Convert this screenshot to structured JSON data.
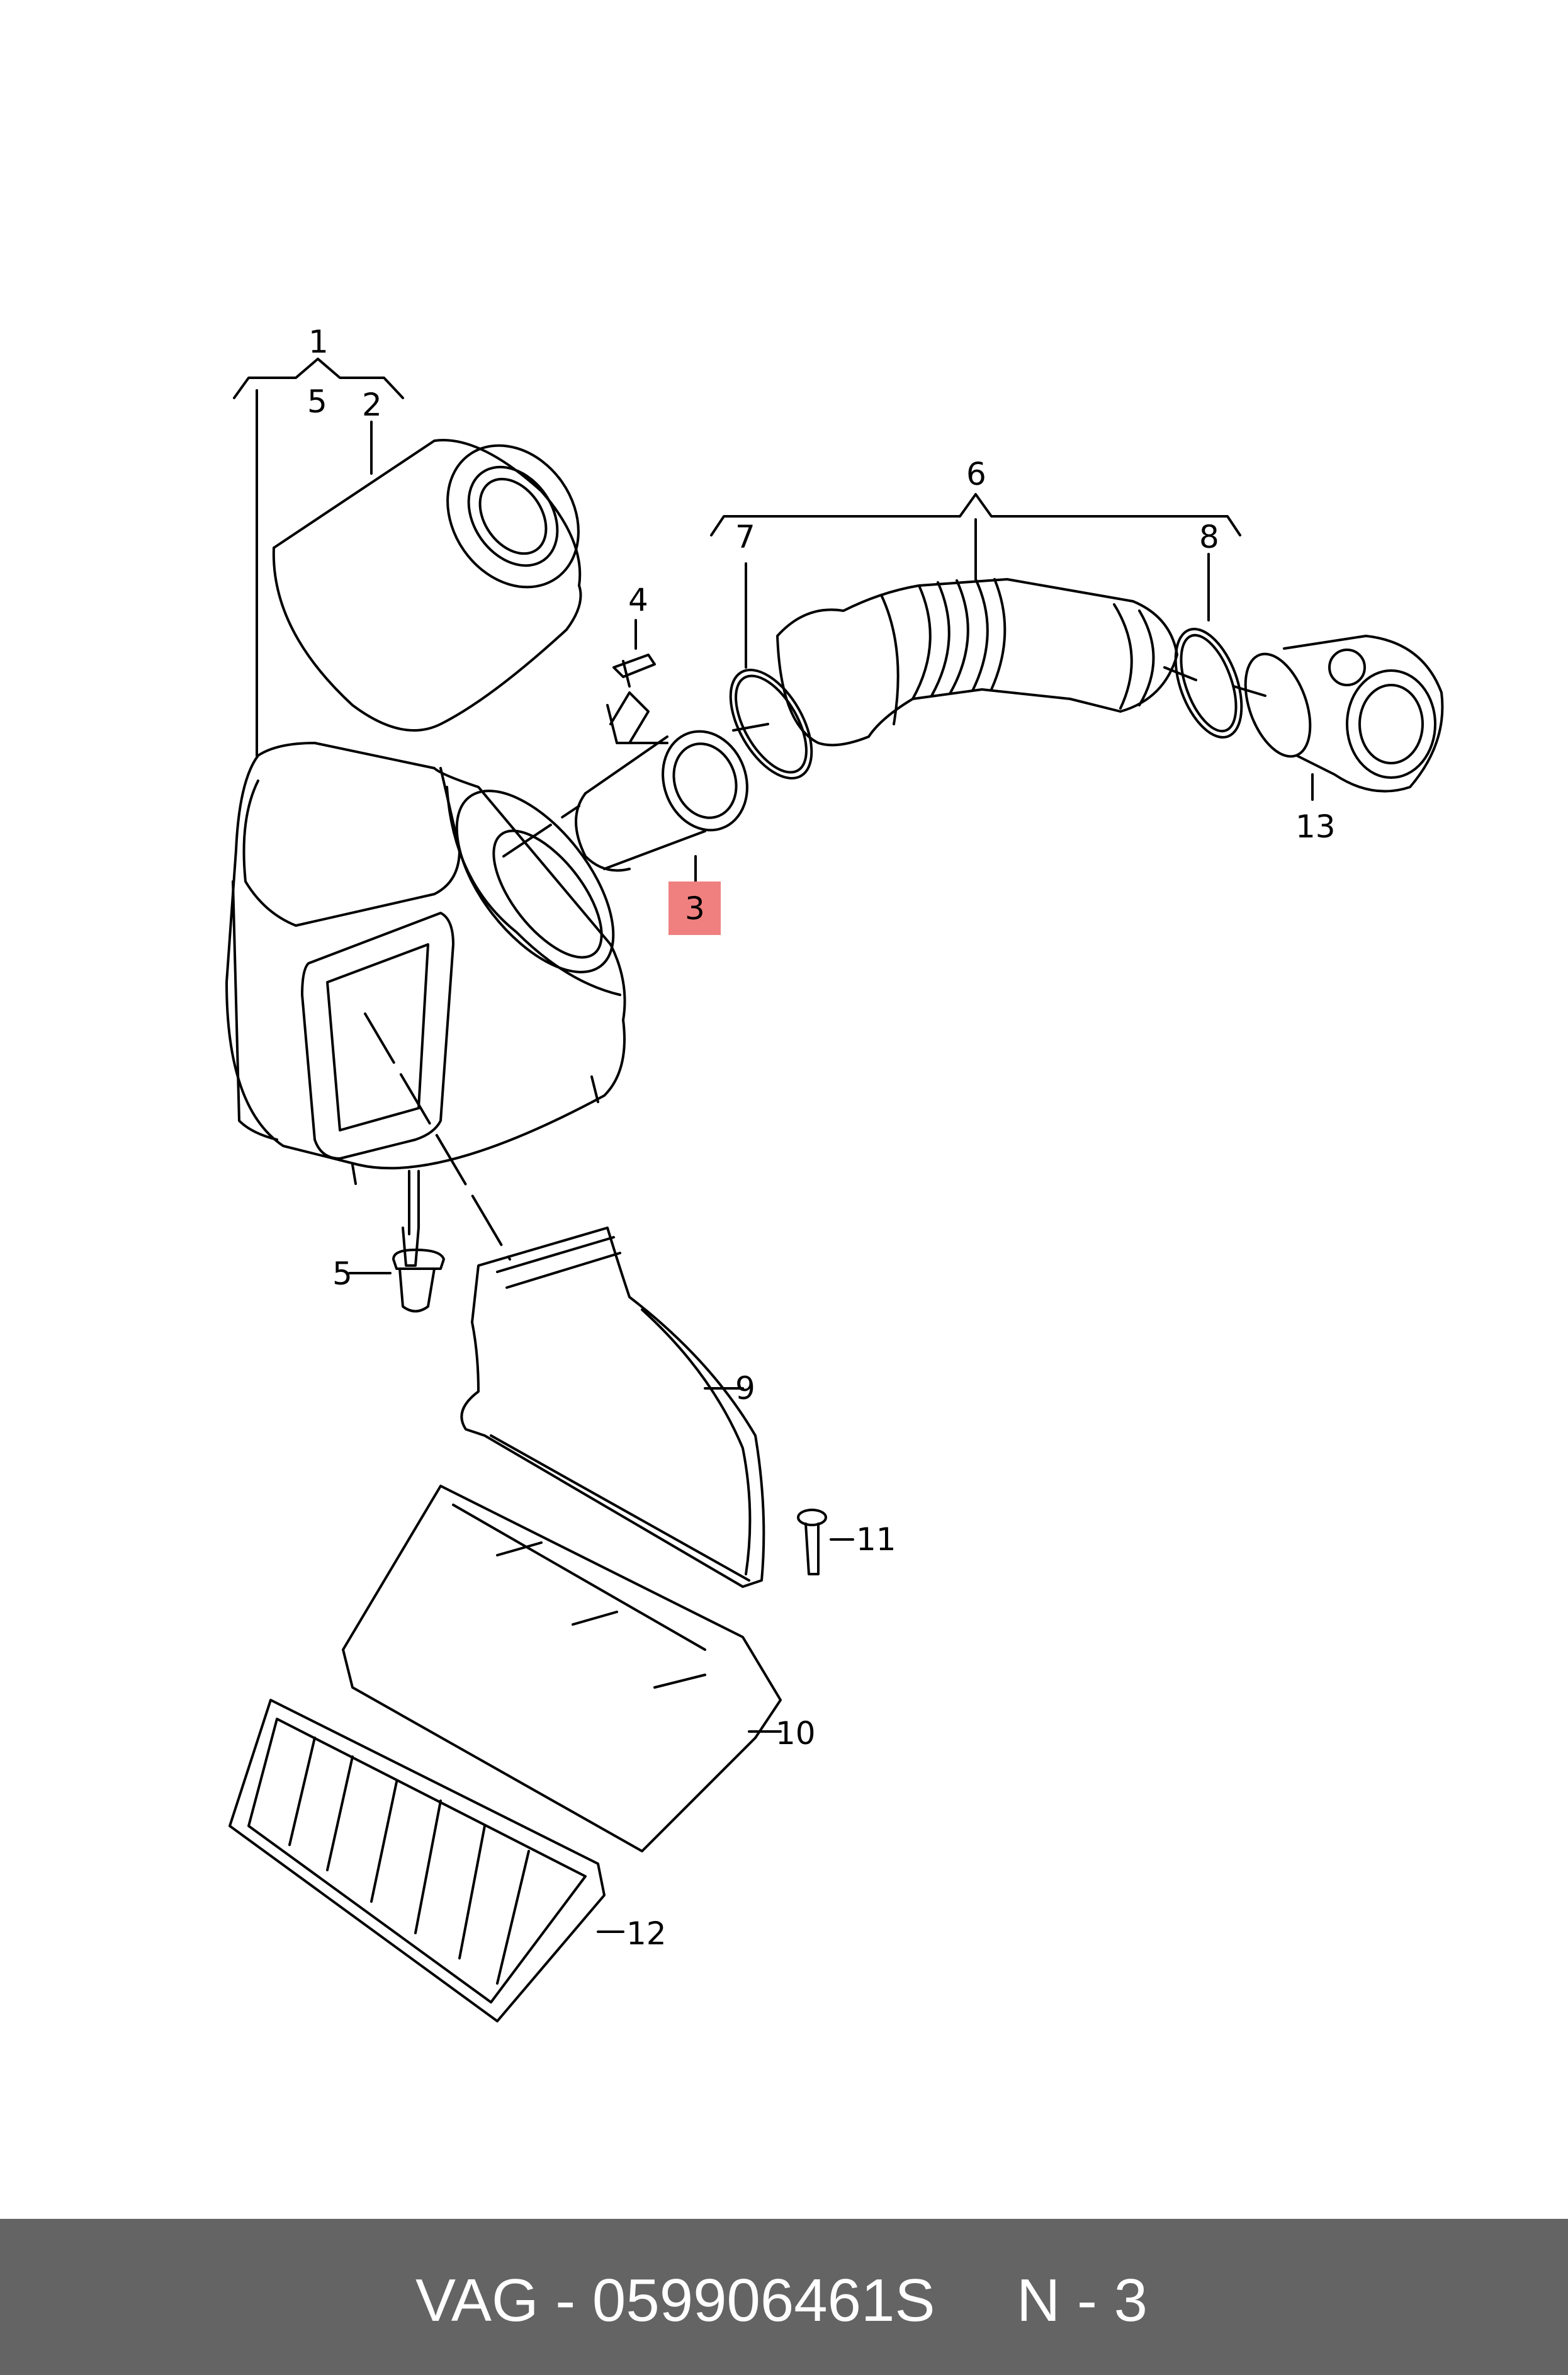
{
  "callouts": {
    "c1": "1",
    "c5_top": "5",
    "c2": "2",
    "c3": "3",
    "c4": "4",
    "c5": "5",
    "c6": "6",
    "c7": "7",
    "c8": "8",
    "c9": "9",
    "c10": "10",
    "c11": "11",
    "c12": "12",
    "c13": "13"
  },
  "highlight": {
    "label": "3",
    "color": "#f08080"
  },
  "footer": {
    "part_text": "VAG - 059906461S",
    "page_text": "N - 3",
    "background": "#646464"
  }
}
